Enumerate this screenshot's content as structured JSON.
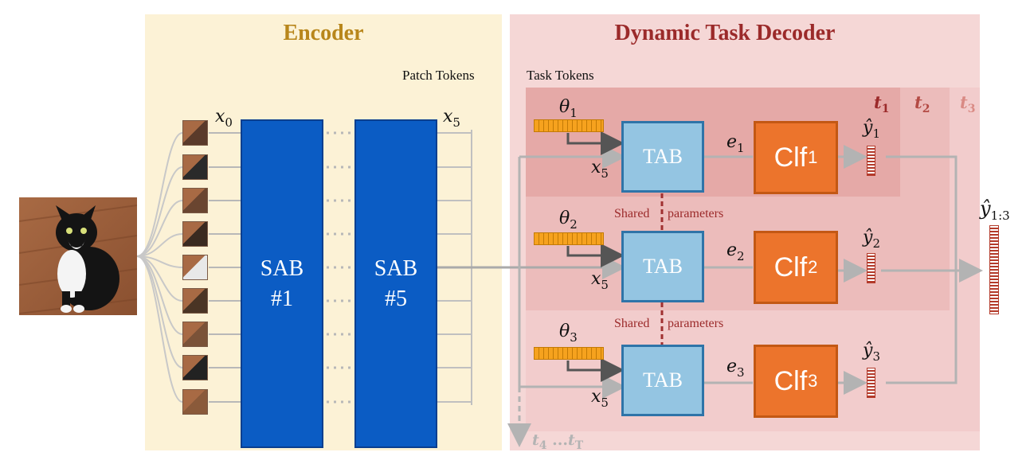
{
  "encoder": {
    "title": "Encoder",
    "patch_tokens_label": "Patch Tokens"
  },
  "decoder": {
    "title": "Dynamic Task Decoder",
    "task_tokens_label": "Task Tokens"
  },
  "sab_blocks": [
    {
      "line1": "SAB",
      "line2": "#1"
    },
    {
      "line1": "SAB",
      "line2": "#5"
    }
  ],
  "encoder_labels": {
    "x0": "x",
    "x0_sub": "0",
    "x5": "x",
    "x5_sub": "5"
  },
  "tasks": [
    {
      "theta": "θ",
      "sub": "1",
      "tab": "TAB",
      "e": "e",
      "clf": "Clf",
      "x": "x",
      "x_sub": "5",
      "y": "ŷ"
    },
    {
      "theta": "θ",
      "sub": "2",
      "tab": "TAB",
      "e": "e",
      "clf": "Clf",
      "x": "x",
      "x_sub": "5",
      "y": "ŷ"
    },
    {
      "theta": "θ",
      "sub": "3",
      "tab": "TAB",
      "e": "e",
      "clf": "Clf",
      "x": "x",
      "x_sub": "5",
      "y": "ŷ"
    }
  ],
  "task_regions": [
    {
      "label": "t",
      "sub": "1"
    },
    {
      "label": "t",
      "sub": "2"
    },
    {
      "label": "t",
      "sub": "3"
    }
  ],
  "shared": {
    "left": "Shared",
    "right": "parameters"
  },
  "output": {
    "label": "ŷ",
    "sub": "1:3"
  },
  "future_tasks": {
    "t4": "t",
    "t4_sub": "4",
    "dots": "...",
    "tT": "t",
    "tT_sub": "T"
  },
  "colors": {
    "encoder_bg": "#fcf2d6",
    "decoder_bg": "#f5d7d6",
    "encoder_title": "#b8861b",
    "decoder_title": "#9b2a2a",
    "sab": "#0b5cc4",
    "tab": "#94c5e2",
    "clf": "#ec742c",
    "t1": "#9b2a2a",
    "t2": "#b34a44",
    "t3": "#d98a84"
  }
}
